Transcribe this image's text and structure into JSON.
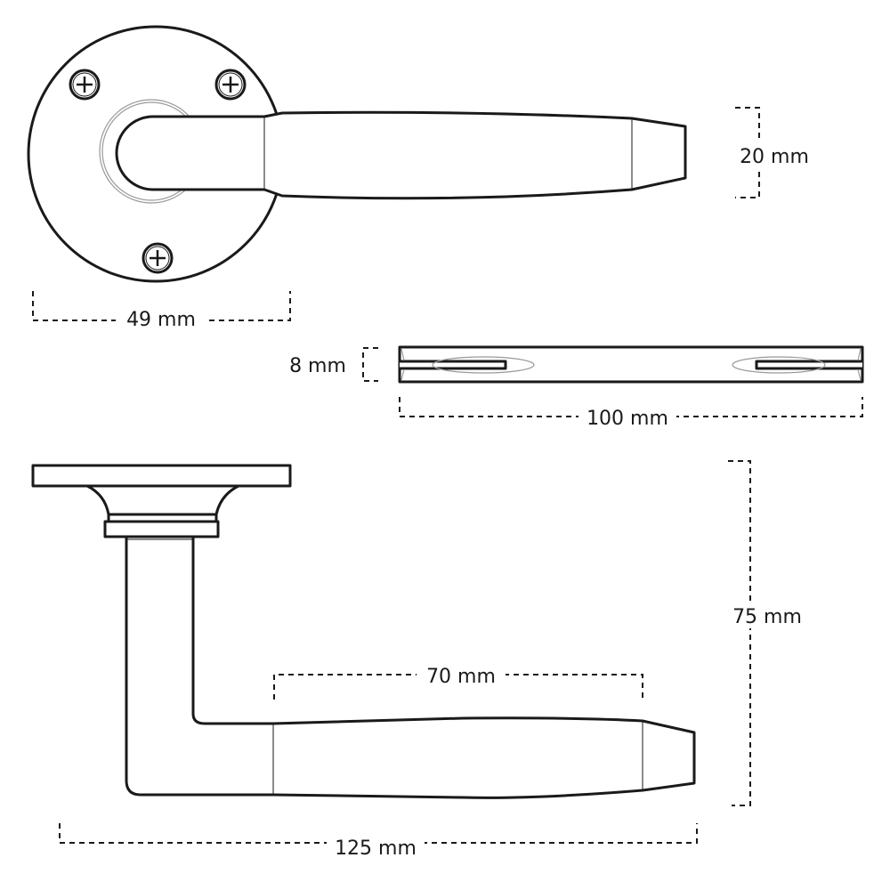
{
  "dimensions": {
    "lever_height": "20 mm",
    "rose_diameter": "49 mm",
    "spindle_width": "8 mm",
    "spindle_length": "100 mm",
    "grip_length": "70 mm",
    "projection": "75 mm",
    "total_length": "125 mm"
  },
  "colors": {
    "line": "#1a1a1a",
    "background": "#ffffff"
  }
}
